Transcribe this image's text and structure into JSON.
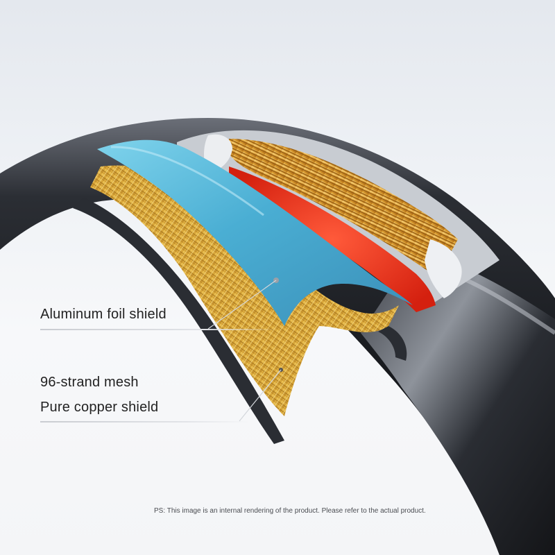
{
  "labels": {
    "aluminum_foil": "Aluminum foil shield",
    "strand_mesh": "96-strand mesh",
    "copper_shield": "Pure copper shield"
  },
  "disclaimer": "PS: This image is an internal rendering of the product. Please refer to the actual product.",
  "colors": {
    "cable_jacket": "#1e2025",
    "foil_shield": "#4fb3d6",
    "copper_mesh": "#d9a73a",
    "copper_strands": "#e2a93b",
    "red_insulation": "#e8301f",
    "background": "#f2f4f7"
  }
}
